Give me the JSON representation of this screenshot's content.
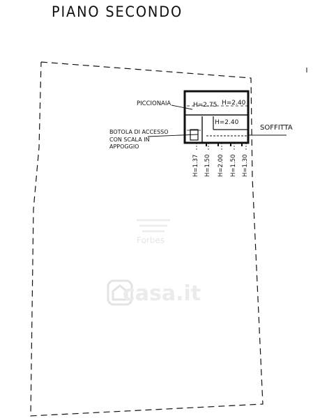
{
  "title": "PIANO SECONDO",
  "labels": {
    "piccionaia": "PICCIONAIA",
    "soffitta": "SOFFITTA",
    "botola_line1": "BOTOLA DI ACCESSO",
    "botola_line2": "CON SCALA IN",
    "botola_line3": "APPOGGIO"
  },
  "heights_room": {
    "h_piccionaia": "H=2.75",
    "h_right_top": "H=2.40",
    "h_right_mid": "H=2.40"
  },
  "heights_vertical": [
    "H=1.37",
    "H=1.50",
    "H=2.00",
    "H=1.50",
    "H=1.30"
  ],
  "watermark": {
    "top": "Forbes",
    "casa": "casa.it"
  },
  "colors": {
    "line": "#111111",
    "watermark": "#e6e6e6"
  }
}
